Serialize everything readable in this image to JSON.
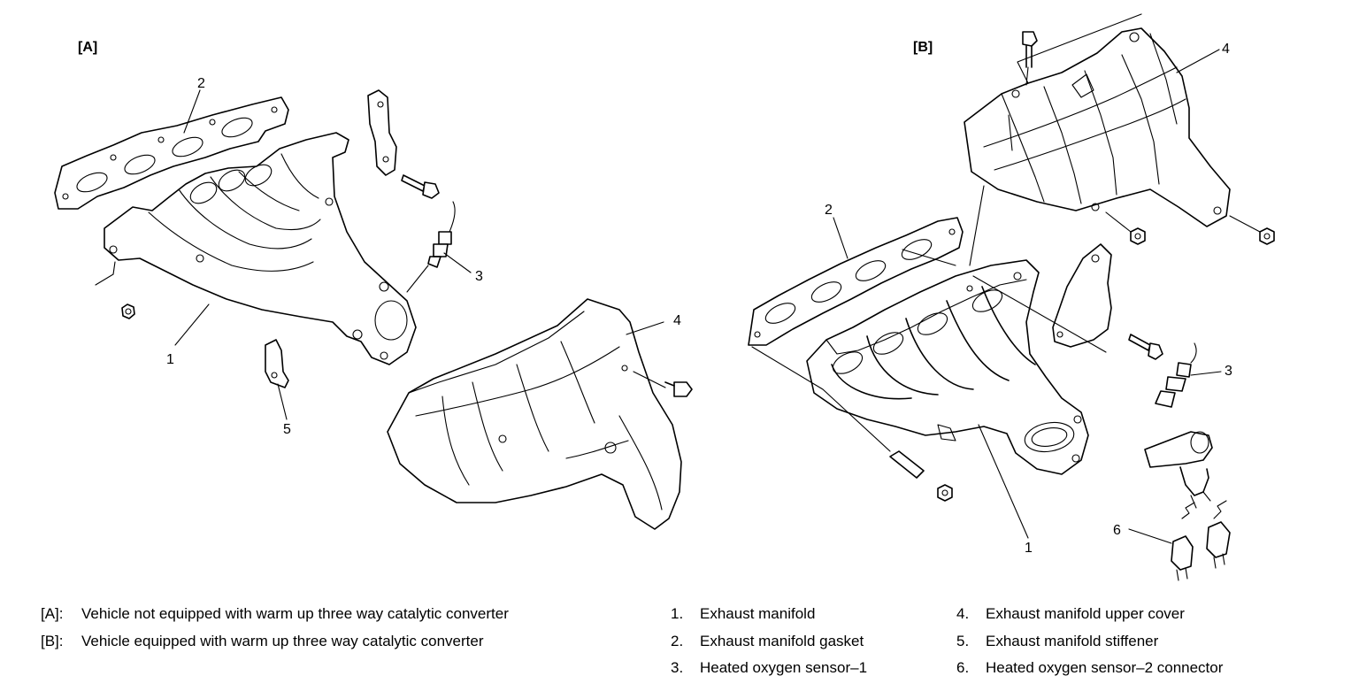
{
  "panels": {
    "a": {
      "label": "[A]"
    },
    "b": {
      "label": "[B]"
    }
  },
  "callouts": {
    "a": [
      "1",
      "2",
      "3",
      "4",
      "5"
    ],
    "b": [
      "1",
      "2",
      "3",
      "4",
      "6"
    ]
  },
  "legend": {
    "variants": [
      {
        "key": "[A]:",
        "text": "Vehicle not equipped with warm up three way catalytic converter"
      },
      {
        "key": "[B]:",
        "text": "Vehicle equipped with warm up three way catalytic converter"
      }
    ],
    "parts": [
      {
        "num": "1.",
        "text": "Exhaust manifold"
      },
      {
        "num": "2.",
        "text": "Exhaust manifold gasket"
      },
      {
        "num": "3.",
        "text": "Heated oxygen sensor–1"
      },
      {
        "num": "4.",
        "text": "Exhaust manifold upper cover"
      },
      {
        "num": "5.",
        "text": "Exhaust manifold stiffener"
      },
      {
        "num": "6.",
        "text": "Heated oxygen sensor–2 connector"
      }
    ]
  }
}
